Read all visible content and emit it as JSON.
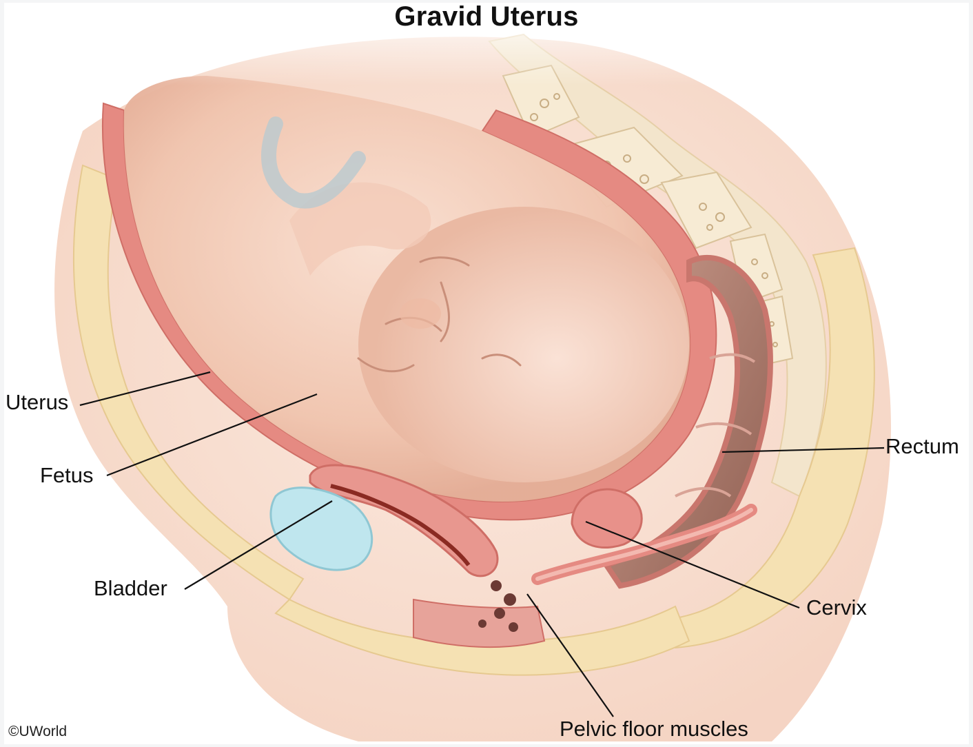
{
  "diagram": {
    "title": "Gravid Uterus",
    "credit": "©UWorld",
    "labels": {
      "uterus": "Uterus",
      "fetus": "Fetus",
      "bladder": "Bladder",
      "rectum": "Rectum",
      "cervix": "Cervix",
      "pelvic_floor_muscles": "Pelvic floor muscles"
    }
  },
  "colors": {
    "skin": "#f6d7c6",
    "uterine_wall": "#e58a82",
    "fetus": "#f1c9b6",
    "bone": "#f6e7c9",
    "fat": "#f4dfae",
    "bladder": "#bfe6ee",
    "rectum": "#a9786a",
    "leader_line": "#111111"
  }
}
